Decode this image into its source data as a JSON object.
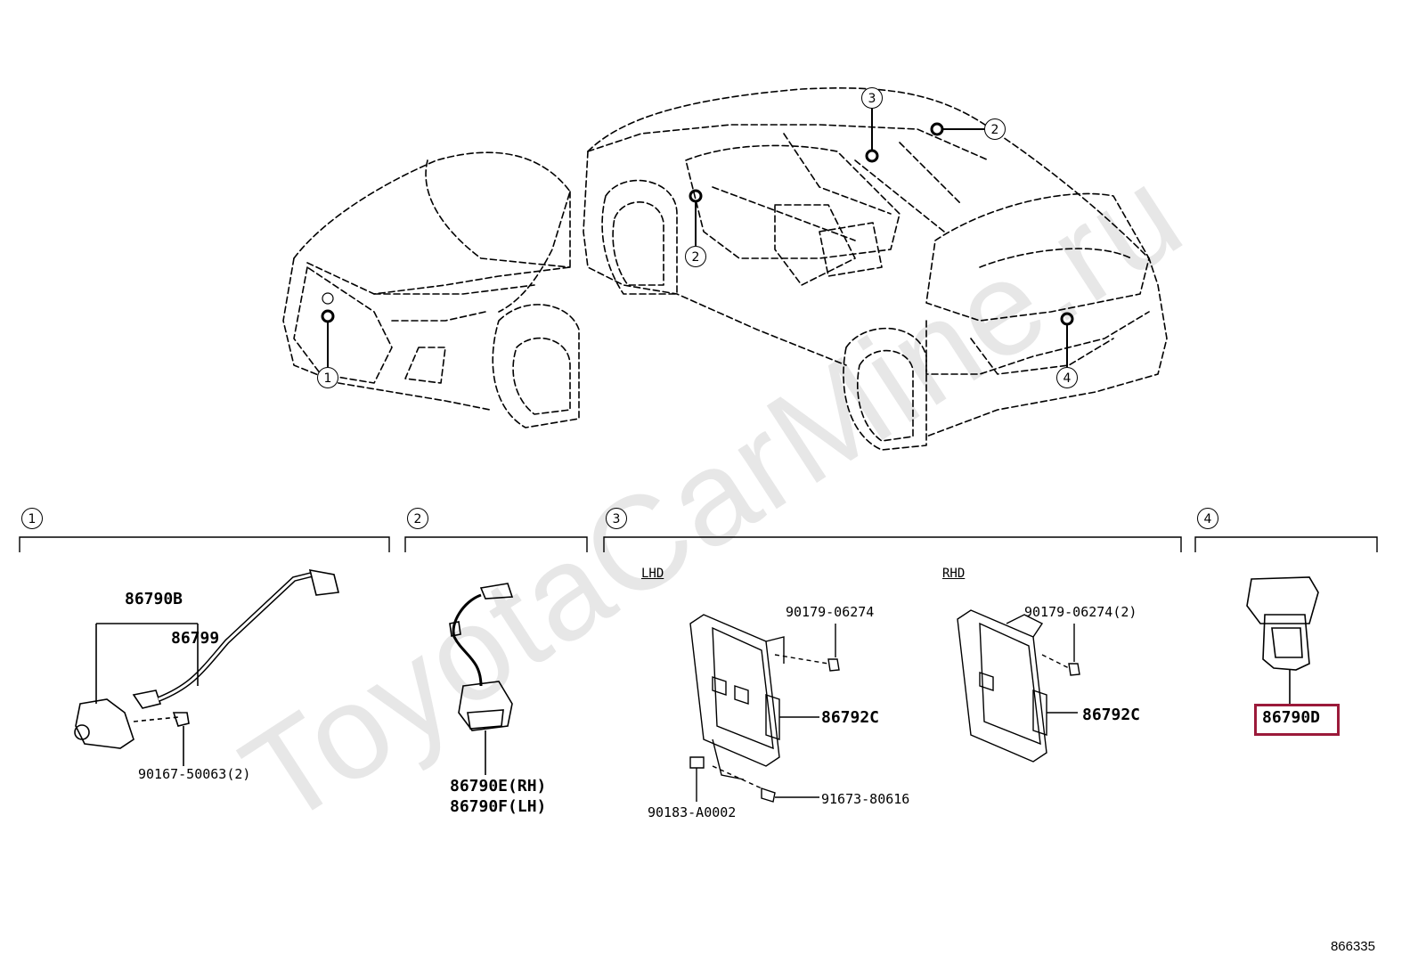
{
  "watermark": "ToyotaCarMine.ru",
  "car_markers": [
    "1",
    "2",
    "2",
    "3",
    "4"
  ],
  "sections": [
    {
      "num": "1",
      "parts": [
        "86790B",
        "86799",
        "90167-50063(2)"
      ]
    },
    {
      "num": "2",
      "parts": [
        "86790E(RH)",
        "86790F(LH)"
      ]
    },
    {
      "num": "3",
      "sub_lhd": "LHD",
      "sub_rhd": "RHD",
      "lhd_parts": [
        "90179-06274",
        "86792C",
        "90183-A0002",
        "91673-80616"
      ],
      "rhd_parts": [
        "90179-06274(2)",
        "86792C"
      ]
    },
    {
      "num": "4",
      "parts": [
        "86790D"
      ]
    }
  ],
  "highlight_color": "#9b1a3a",
  "diagram_code": "866335"
}
